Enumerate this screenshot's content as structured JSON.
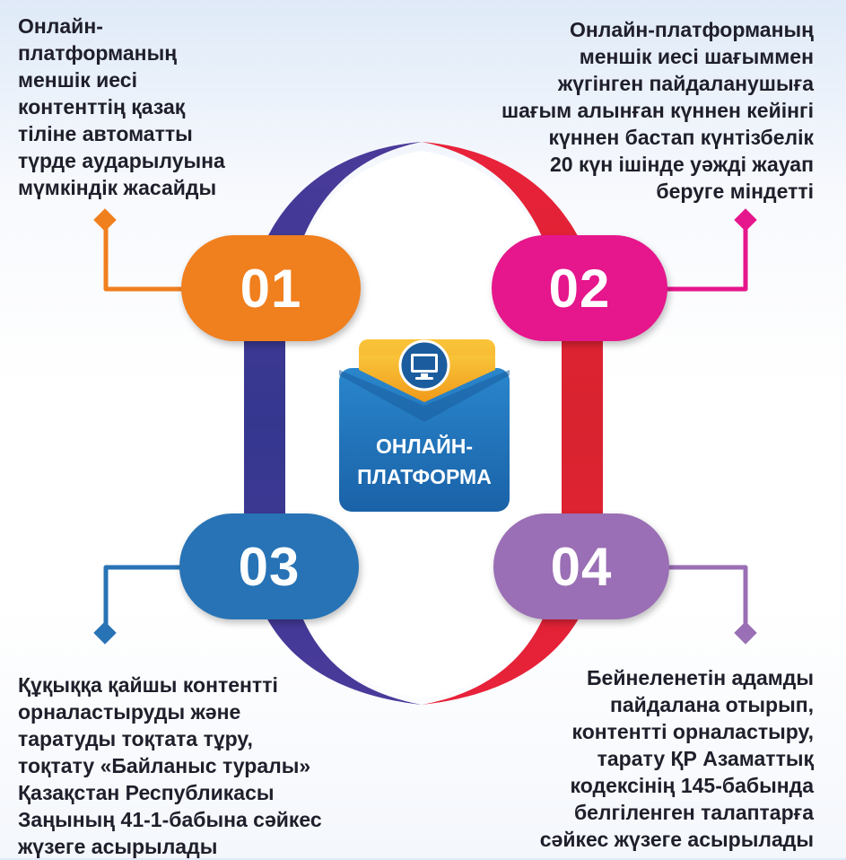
{
  "items": [
    {
      "number": "01",
      "lines": [
        "Онлайн-",
        "платформаның",
        "меншік иесі",
        "контенттің қазақ",
        "тіліне автоматты",
        "түрде аударылуына",
        "мүмкіндік жасайды"
      ]
    },
    {
      "number": "02",
      "lines": [
        "Онлайн-платформаның",
        "меншік иесі шағыммен",
        "жүгінген пайдаланушыға",
        "шағым алынған күннен кейінгі",
        "күннен бастап күнтізбелік",
        "20 күн ішінде уәжді жауап",
        "беруге міндетті"
      ]
    },
    {
      "number": "03",
      "lines": [
        "Құқыққа қайшы контентті",
        "орналастыруды және",
        "таратуды тоқтата тұру,",
        "тоқтату «Байланыс туралы»",
        "Қазақстан Республикасы",
        "Заңының 41-1-бабына сәйкес",
        "жүзеге асырылады"
      ]
    },
    {
      "number": "04",
      "lines": [
        "Бейнеленетін адамды",
        "пайдалана отырып,",
        "контентті орналастыру,",
        "тарату ҚР Азаматтық",
        "кодексінің 145-бабында",
        "белгіленген талаптарға",
        "сәйкес жүзеге асырылады"
      ]
    }
  ],
  "center": {
    "label_line1": "ОНЛАЙН-",
    "label_line2": "ПЛАТФОРМА",
    "icon": "monitor-icon"
  },
  "colors": {
    "item_01": "#f07f1e",
    "item_02": "#e6168c",
    "item_03": "#2773b5",
    "item_04": "#9a6fb5",
    "arc_left": "#3a3b93",
    "arc_right": "#e02a34",
    "envelope_body": "#1e72b8",
    "envelope_flap": "#f6b327",
    "text": "#1f1f2b"
  }
}
